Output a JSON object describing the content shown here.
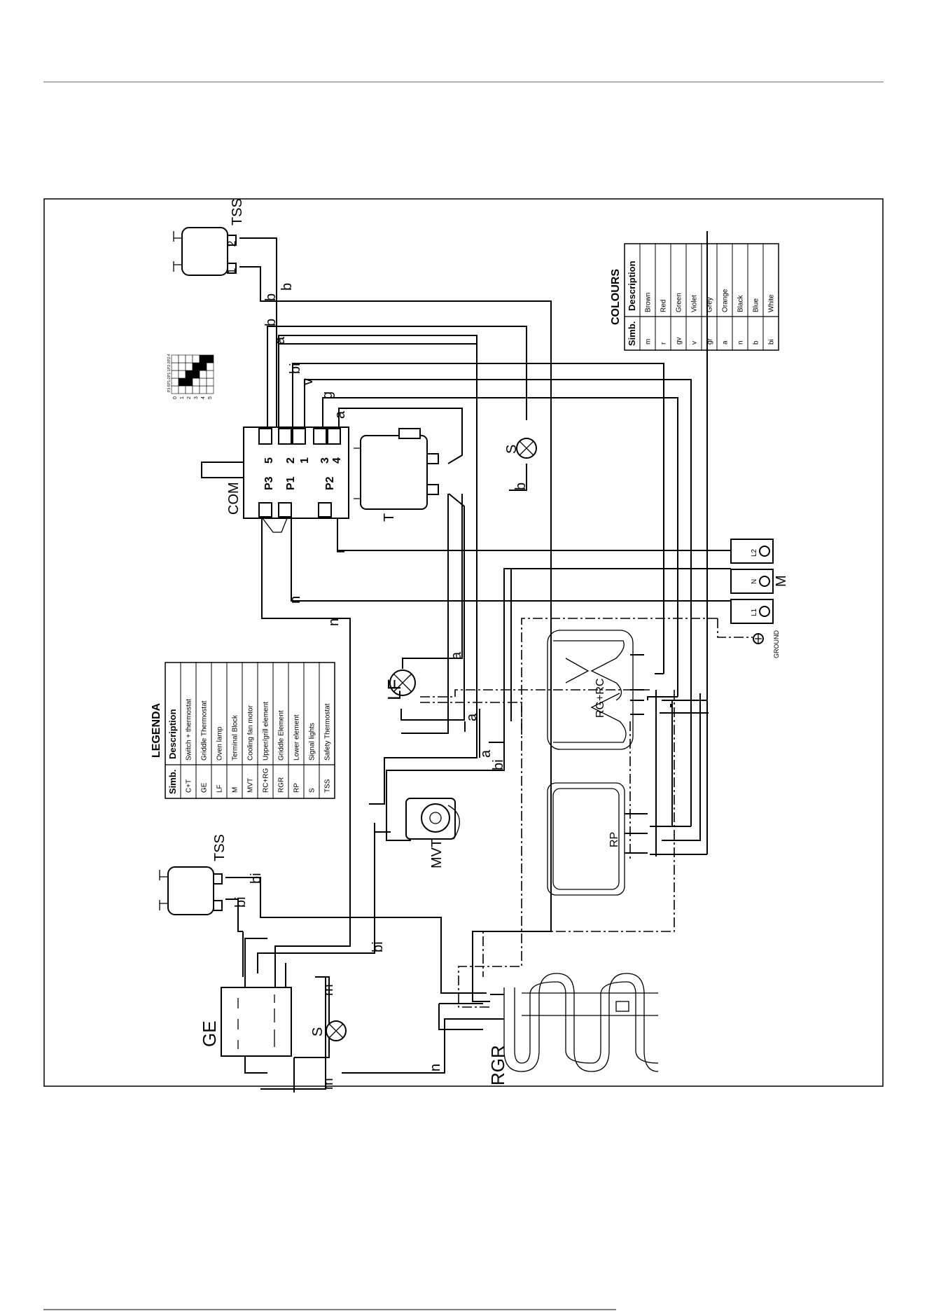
{
  "components": {
    "tss_top": "TSS",
    "tss_bottom": "TSS",
    "com": "COM",
    "thermostat": "T",
    "signal_light_top": "S",
    "signal_light_bottom": "S",
    "terminal_block": "M",
    "oven_lamp": "LF",
    "fan_motor": "MVT",
    "upper_element": "RG+RC",
    "lower_element": "RP",
    "griddle_element": "RGR",
    "griddle_thermostat": "GE",
    "ground": "GROUND"
  },
  "switch_terminals": [
    "P3",
    "P1",
    "P2",
    "5",
    "2",
    "1",
    "3",
    "4"
  ],
  "terminal_block_pins": [
    "L2",
    "N",
    "L1"
  ],
  "tss_pins": [
    "2",
    "1"
  ],
  "wire_labels": {
    "b1": "b",
    "b2": "b",
    "b3": "b",
    "a1": "a",
    "a2": "a",
    "a3": "a",
    "a4": "a",
    "a5": "a",
    "bi1": "bi",
    "bi2": "bi",
    "bi3": "bi",
    "bi4": "bi",
    "bi5": "bi",
    "v1": "v",
    "g1": "g",
    "r1": "r",
    "n1": "n",
    "n2": "n",
    "n3": "n",
    "m1": "m",
    "m2": "m"
  },
  "legenda": {
    "title": "LEGENDA",
    "headers": [
      "Simb.",
      "Description"
    ],
    "rows": [
      [
        "C+T",
        "Switch + thermostat"
      ],
      [
        "GE",
        "Griddle Thermostat"
      ],
      [
        "LF",
        "Oven lamp"
      ],
      [
        "M",
        "Terminal Block"
      ],
      [
        "MVT",
        "Cooling fan motor"
      ],
      [
        "RC+RG",
        "Upper/grill element"
      ],
      [
        "RGR",
        "Griddle Element"
      ],
      [
        "RP",
        "Lower element"
      ],
      [
        "S",
        "Signal lights"
      ],
      [
        "TSS",
        "Safety Thermostat"
      ]
    ]
  },
  "colours": {
    "title": "COLOURS",
    "headers": [
      "Simb.",
      "Description"
    ],
    "rows": [
      [
        "m",
        "Brown"
      ],
      [
        "r",
        "Red"
      ],
      [
        "gv",
        "Green"
      ],
      [
        "v",
        "Violet"
      ],
      [
        "gr",
        "Grey"
      ],
      [
        "a",
        "Orange"
      ],
      [
        "n",
        "Black"
      ],
      [
        "b",
        "Blue"
      ],
      [
        "bi",
        "White"
      ]
    ]
  },
  "switch_table": {
    "rows": [
      "0",
      "1",
      "2",
      "3",
      "4",
      "5"
    ],
    "cols": [
      "P3-5",
      "P1-2",
      "P1-1",
      "P2-3",
      "P2-4"
    ],
    "on": [
      [
        1,
        1
      ],
      [
        2,
        1
      ],
      [
        2,
        2
      ],
      [
        3,
        2
      ],
      [
        3,
        3
      ],
      [
        4,
        3
      ],
      [
        4,
        4
      ],
      [
        5,
        4
      ]
    ]
  }
}
